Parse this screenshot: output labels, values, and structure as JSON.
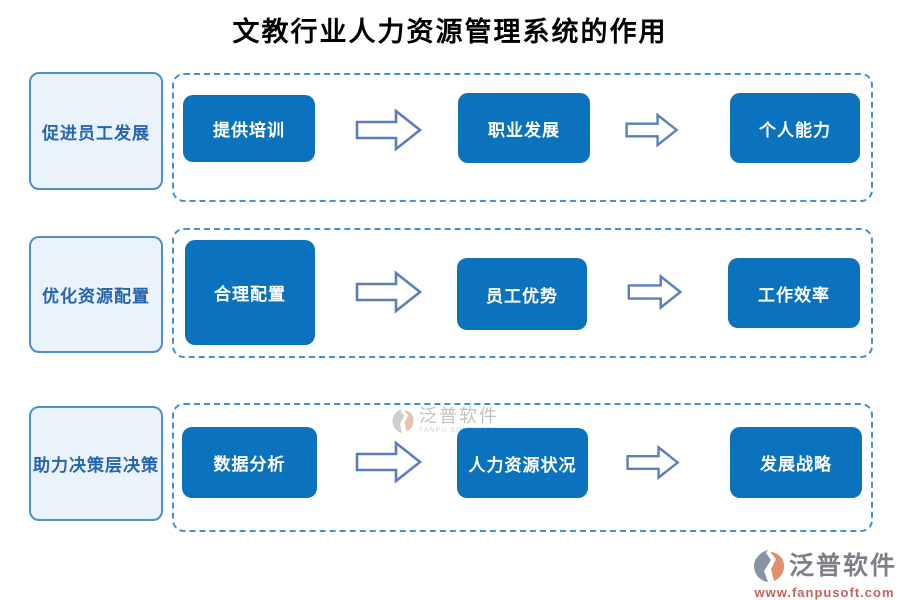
{
  "title": "文教行业人力资源管理系统的作用",
  "rows": [
    {
      "label": "促进员工发展",
      "steps": [
        "提供培训",
        "职业发展",
        "个人能力"
      ]
    },
    {
      "label": "优化资源配置",
      "steps": [
        "合理配置",
        "员工优势",
        "工作效率"
      ]
    },
    {
      "label": "助力决策层决策",
      "steps": [
        "数据分析",
        "人力资源状况",
        "发展战略"
      ]
    }
  ],
  "watermark": {
    "brand_cn": "泛普软件",
    "brand_en": "FANPU SOFTWARE"
  },
  "footer": {
    "brand_cn": "泛普软件",
    "url": "www.fanpusoft.com"
  },
  "colors": {
    "step_box_fill": "#0b72be",
    "step_box_text": "#ffffff",
    "container_dash_border": "#3f8fdb",
    "label_box_fill": "#eaf2fb",
    "label_box_border": "#4e8fd0",
    "label_text": "#2565ae",
    "arrow_outline": "#5b7ebe",
    "title_text": "#000000",
    "footer_brand_text": "#7f7f89",
    "footer_url_text": "#c8635b",
    "logo_grey": "#8a93a6",
    "logo_orange": "#e0906d"
  }
}
